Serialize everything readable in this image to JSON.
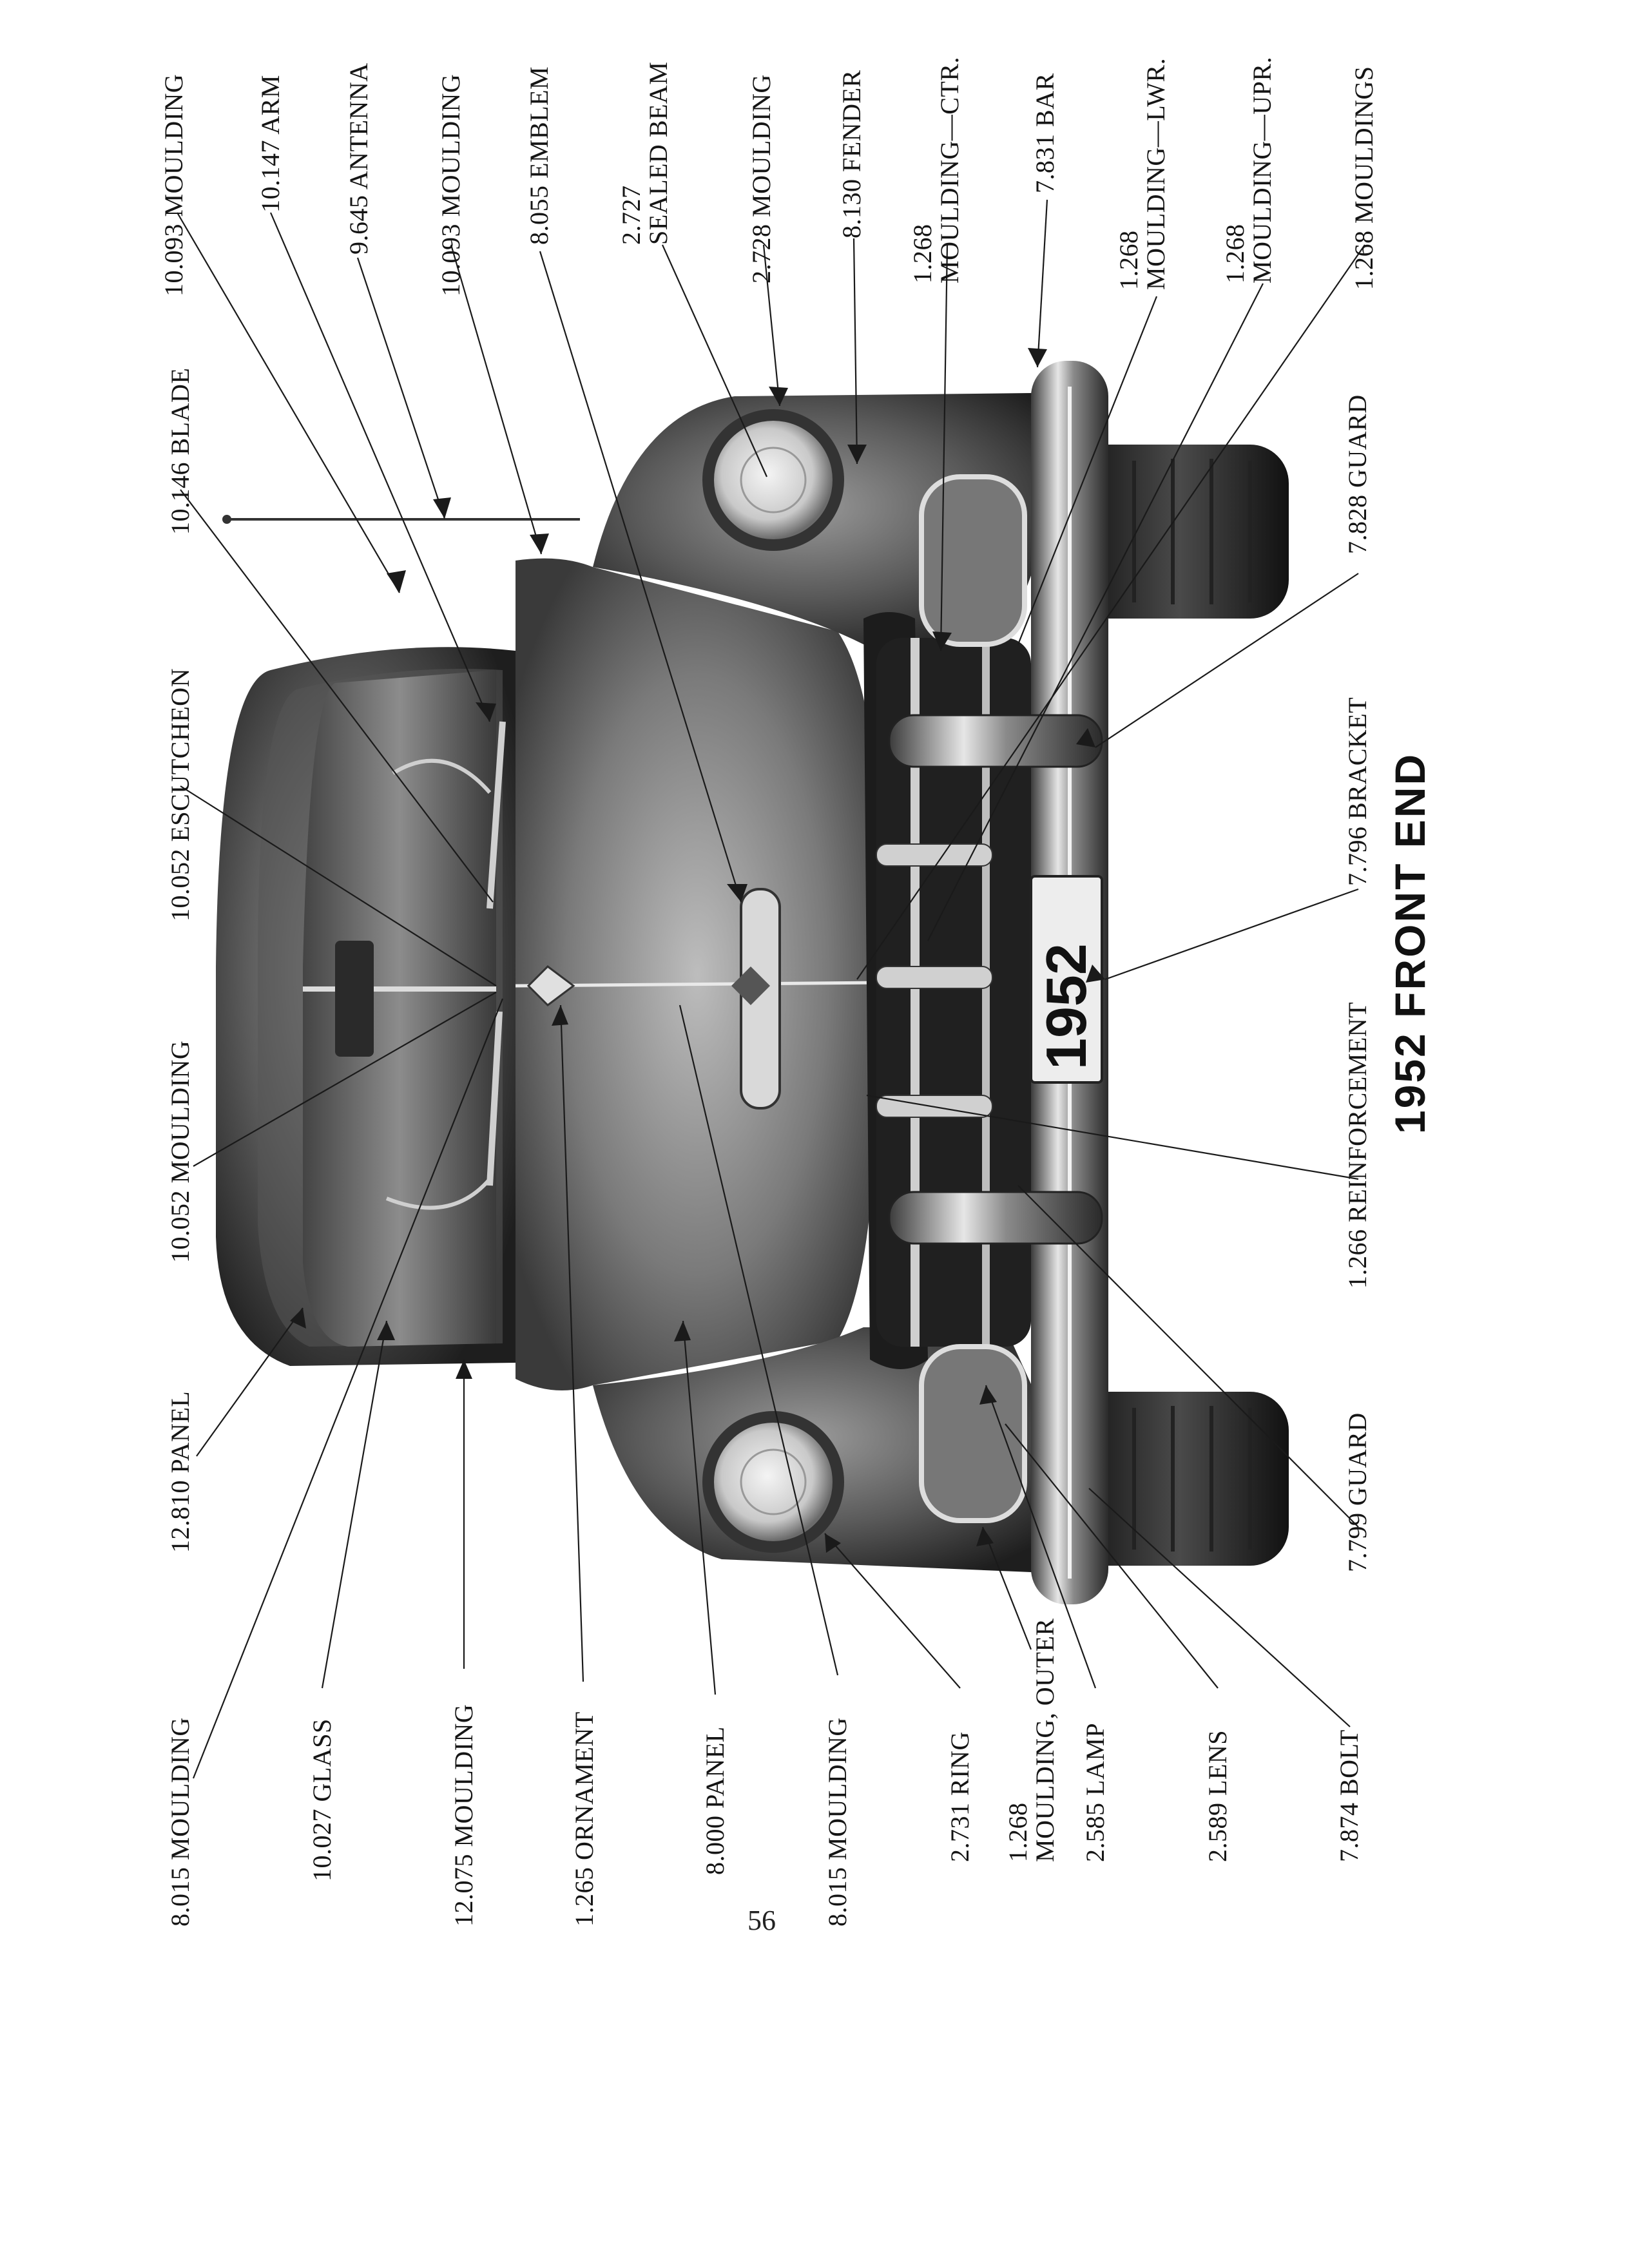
{
  "page_number": "56",
  "title": "1952 FRONT END",
  "plate_text": "1952",
  "top_labels": [
    {
      "id": "t1",
      "text": "10.093 MOULDING"
    },
    {
      "id": "t2",
      "text": "10.147 ARM"
    },
    {
      "id": "t3",
      "text": "9.645 ANTENNA"
    },
    {
      "id": "t4",
      "text": "10.093 MOULDING"
    },
    {
      "id": "t5",
      "text": "8.055 EMBLEM"
    },
    {
      "id": "t6a",
      "text": "2.727"
    },
    {
      "id": "t6b",
      "text": "SEALED BEAM"
    },
    {
      "id": "t7",
      "text": "2.728 MOULDING"
    },
    {
      "id": "t8",
      "text": "8.130 FENDER"
    },
    {
      "id": "t9a",
      "text": "1.268"
    },
    {
      "id": "t9b",
      "text": "MOULDING—CTR."
    },
    {
      "id": "t10",
      "text": "7.831 BAR"
    },
    {
      "id": "t11a",
      "text": "1.268"
    },
    {
      "id": "t11b",
      "text": "MOULDING—LWR."
    },
    {
      "id": "t12a",
      "text": "1.268"
    },
    {
      "id": "t12b",
      "text": "MOULDING—UPR."
    },
    {
      "id": "t13",
      "text": "1.268 MOULDINGS"
    }
  ],
  "mid_labels": [
    {
      "id": "m1",
      "text": "10.146 BLADE"
    },
    {
      "id": "m2",
      "text": "10.052 ESCUTCHEON"
    },
    {
      "id": "m3",
      "text": "10.052 MOULDING"
    },
    {
      "id": "m4",
      "text": "12.810 PANEL"
    },
    {
      "id": "m5",
      "text": "7.828 GUARD"
    },
    {
      "id": "m6",
      "text": "7.796 BRACKET"
    },
    {
      "id": "m7",
      "text": "1.266 REINFORCEMENT"
    },
    {
      "id": "m8",
      "text": "7.799 GUARD"
    }
  ],
  "bottom_labels": [
    {
      "id": "b1",
      "text": "8.015 MOULDING"
    },
    {
      "id": "b2",
      "text": "10.027 GLASS"
    },
    {
      "id": "b3",
      "text": "12.075 MOULDING"
    },
    {
      "id": "b4",
      "text": "1.265 ORNAMENT"
    },
    {
      "id": "b5",
      "text": "8.000 PANEL"
    },
    {
      "id": "b6",
      "text": "8.015 MOULDING"
    },
    {
      "id": "b7",
      "text": "2.731 RING"
    },
    {
      "id": "b8a",
      "text": "1.268"
    },
    {
      "id": "b8b",
      "text": "MOULDING, OUTER"
    },
    {
      "id": "b9",
      "text": "2.585 LAMP"
    },
    {
      "id": "b10",
      "text": "2.589 LENS"
    },
    {
      "id": "b11",
      "text": "7.874 BOLT"
    }
  ]
}
